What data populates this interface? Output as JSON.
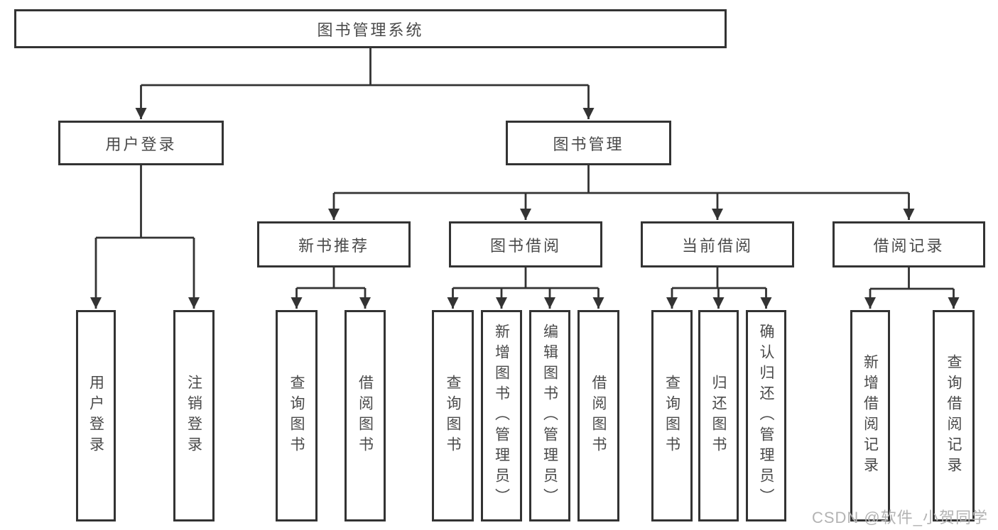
{
  "tree": {
    "root": {
      "label": "图书管理系统"
    },
    "branches": [
      {
        "label": "用户登录",
        "children": [
          {
            "label": "用户登录"
          },
          {
            "label": "注销登录"
          }
        ]
      },
      {
        "label": "图书管理",
        "children": [
          {
            "label": "新书推荐",
            "children": [
              {
                "label": "查询图书"
              },
              {
                "label": "借阅图书"
              }
            ]
          },
          {
            "label": "图书借阅",
            "children": [
              {
                "label": "查询图书"
              },
              {
                "label": "新增图书（管理员）"
              },
              {
                "label": "编辑图书（管理员）"
              },
              {
                "label": "借阅图书"
              }
            ]
          },
          {
            "label": "当前借阅",
            "children": [
              {
                "label": "查询图书"
              },
              {
                "label": "归还图书"
              },
              {
                "label": "确认归还（管理员）"
              }
            ]
          },
          {
            "label": "借阅记录",
            "children": [
              {
                "label": "新增借阅记录"
              },
              {
                "label": "查询借阅记录"
              }
            ]
          }
        ]
      }
    ]
  },
  "watermark": "CSDN @软件_小贺同学",
  "colors": {
    "line": "#333333",
    "box_border": "#333333",
    "text": "#4a4a4a",
    "watermark": "#b3b3b3",
    "background": "#ffffff"
  }
}
